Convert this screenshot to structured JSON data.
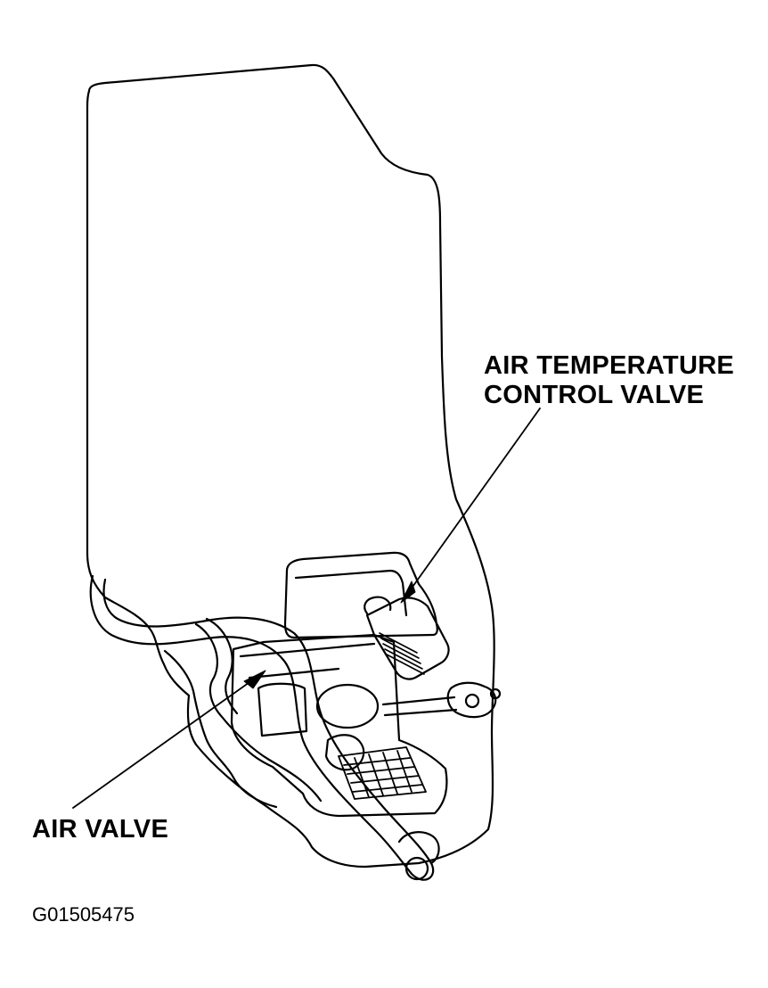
{
  "labels": {
    "air_temperature_control_valve_line1": "AIR TEMPERATURE",
    "air_temperature_control_valve_line2": "CONTROL VALVE",
    "air_valve": "AIR VALVE"
  },
  "figure_id": "G01505475",
  "colors": {
    "ink": "#000000",
    "background": "#ffffff"
  }
}
